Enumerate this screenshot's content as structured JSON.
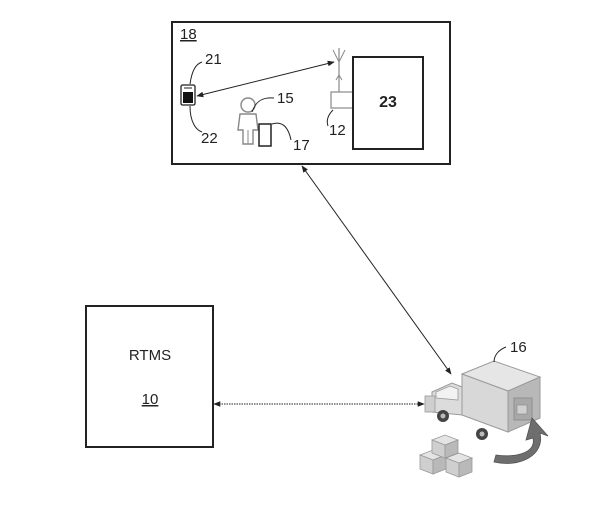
{
  "figure": {
    "location_box_label": "18",
    "device_label": "21",
    "device_leader_label": "22",
    "person_label": "15",
    "handheld_label": "17",
    "antenna_label": "12",
    "system_box_label": "23",
    "rtms_title": "RTMS",
    "rtms_number": "10",
    "vehicle_label": "16"
  },
  "colors": {
    "stroke": "#222222",
    "figure_stroke": "#888888",
    "truck_body": "#d8d8d8",
    "truck_side": "#b8b8b8",
    "box_fill": "#cfcfcf",
    "arrow_fill": "#6e6e6e"
  }
}
